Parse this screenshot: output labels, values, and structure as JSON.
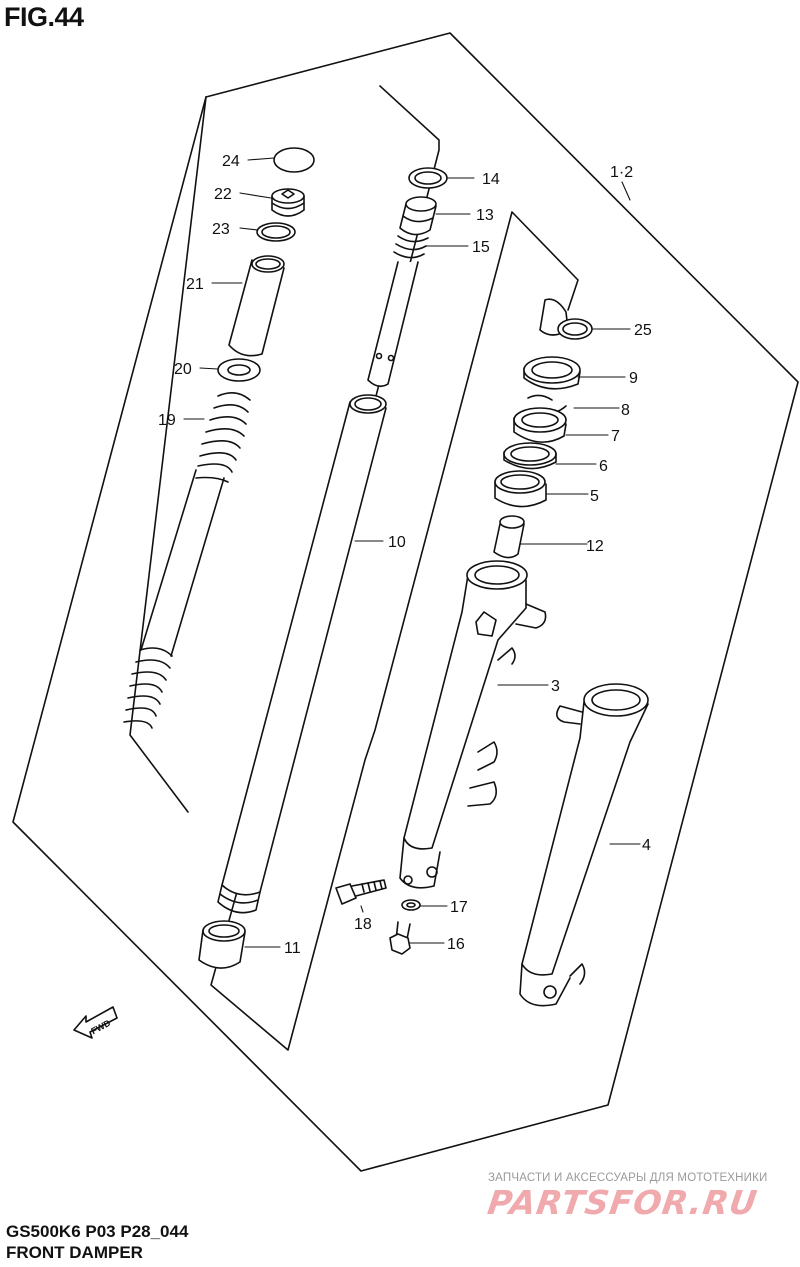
{
  "figure": {
    "title": "FIG.44",
    "model_code": "GS500K6 P03 P28_044",
    "name": "FRONT DAMPER"
  },
  "assembly_label": "1·2",
  "fwd_label": "FWD",
  "watermark": {
    "line": "ЗАПЧАСТИ И АКСЕССУАРЫ ДЛЯ МОТОТЕХНИКИ",
    "logo": "PARTSFOR.RU"
  },
  "callouts": {
    "c24": "24",
    "c22": "22",
    "c23": "23",
    "c21": "21",
    "c20": "20",
    "c19": "19",
    "c14": "14",
    "c13": "13",
    "c15": "15",
    "c10": "10",
    "c11": "11",
    "c25": "25",
    "c9": "9",
    "c8": "8",
    "c7": "7",
    "c6": "6",
    "c5": "5",
    "c12": "12",
    "c3": "3",
    "c4": "4",
    "c17": "17",
    "c18": "18",
    "c16": "16"
  },
  "colors": {
    "line": "#111111",
    "watermark_logo": "#f0a9ad",
    "watermark_text": "#9a9a9a"
  }
}
